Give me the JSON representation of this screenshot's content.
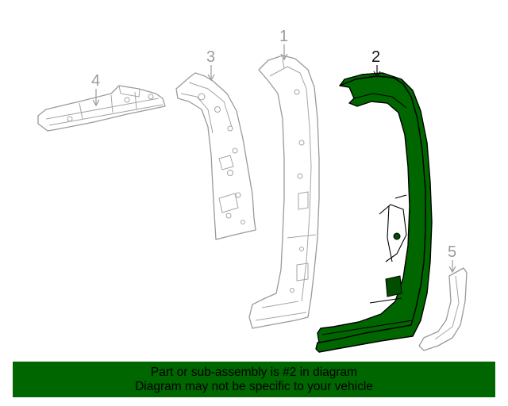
{
  "callouts": {
    "part1": "1",
    "part2": "2",
    "part3": "3",
    "part4": "4",
    "part5": "5"
  },
  "highlighted_part": "2",
  "colors": {
    "highlight": "#006600",
    "banner": "#006600",
    "outline": "#9a9a9a"
  },
  "banner": {
    "line1": "Part or sub-assembly is #2 in diagram",
    "line2": "Diagram may not be specific to your vehicle"
  }
}
